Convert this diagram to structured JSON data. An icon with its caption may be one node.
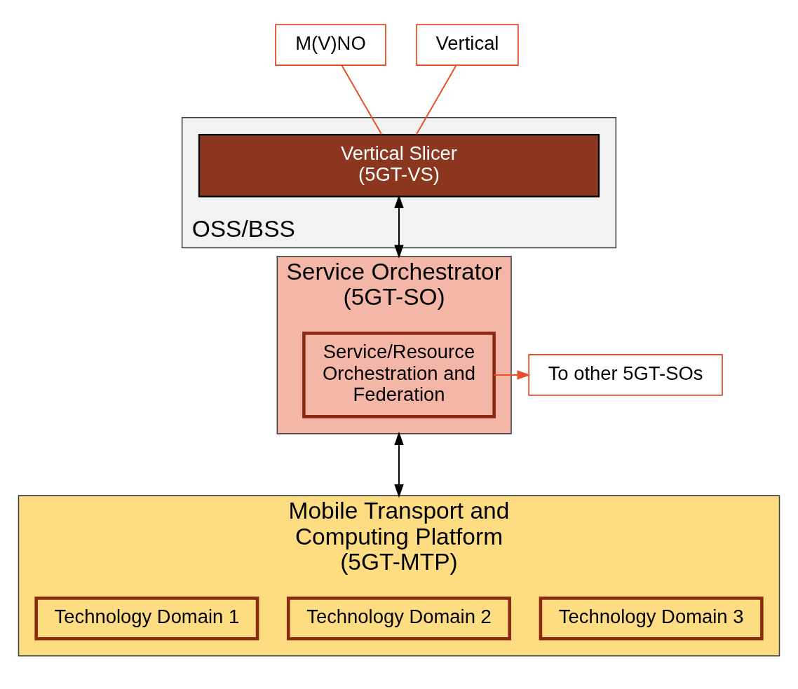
{
  "diagram": {
    "nodes": [
      {
        "text": [
          "M(V)NO"
        ]
      },
      {
        "text": [
          "Vertical"
        ]
      },
      {
        "text": [
          "OSS/BSS"
        ]
      },
      {
        "text": [
          "Vertical Slicer (5GT-VS)"
        ],
        "in": 2
      },
      {
        "text": [
          "Service Orchestrator (5GT-SO)"
        ]
      },
      {
        "text": [
          "Service/Resource Orchestration and Federation"
        ],
        "in": 4
      },
      {
        "text": [
          "To other 5GT-SOs"
        ]
      },
      {
        "text": [
          "Mobile Transport and Computing Platform (5GT-MTP)"
        ]
      },
      {
        "text": [
          "Technology Domain 1"
        ],
        "in": 7
      },
      {
        "text": [
          "Technology Domain 2"
        ],
        "in": 7
      },
      {
        "text": [
          "Technology Domain 3"
        ],
        "in": 7
      }
    ],
    "edges": [
      {
        "from": 0,
        "to": 3,
        "arrow": "none"
      },
      {
        "from": 1,
        "to": 3,
        "arrow": "none"
      },
      {
        "from": 3,
        "to": 4,
        "arrow": "both",
        "color": "#000000"
      },
      {
        "from": 4,
        "to": 7,
        "arrow": "both",
        "color": "#000000"
      },
      {
        "from": 5,
        "to": 6,
        "arrow": "to"
      }
    ]
  }
}
